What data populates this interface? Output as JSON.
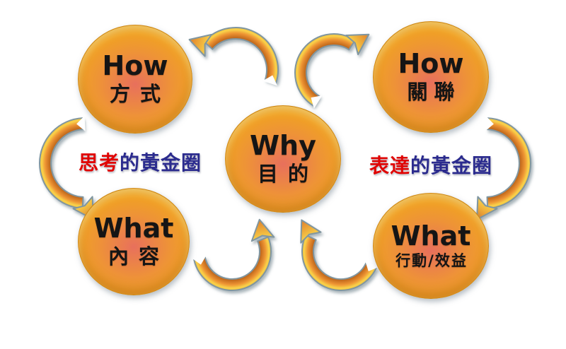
{
  "colors": {
    "background": "#ffffff",
    "circle-center": "#e8705c",
    "circle-mid": "#ee9337",
    "circle-edge": "#f0a124",
    "circle-rim": "#d98f10",
    "circle-text": "#151515",
    "arrow-dark": "#b86018",
    "arrow-mid": "#ee9433",
    "arrow-light": "#f9d24a",
    "arrow-outer": "#edb332",
    "arrow-head-dark": "#e07e28",
    "arrow-edge": "#8096a0",
    "label-red": "#e00504",
    "label-blue": "#2b2b8e"
  },
  "circles": [
    {
      "id": "how-method",
      "en": "How",
      "zh": "方式"
    },
    {
      "id": "how-connection",
      "en": "How",
      "zh": "關聯"
    },
    {
      "id": "why-purpose",
      "en": "Why",
      "zh": "目的"
    },
    {
      "id": "what-content",
      "en": "What",
      "zh": "內容"
    },
    {
      "id": "what-action",
      "en": "What",
      "zh": "行動/效益"
    }
  ],
  "labels": {
    "left": {
      "emphasis": "思考",
      "rest": "的黃金圈"
    },
    "right": {
      "emphasis": "表達",
      "rest": "的黃金圈"
    }
  }
}
